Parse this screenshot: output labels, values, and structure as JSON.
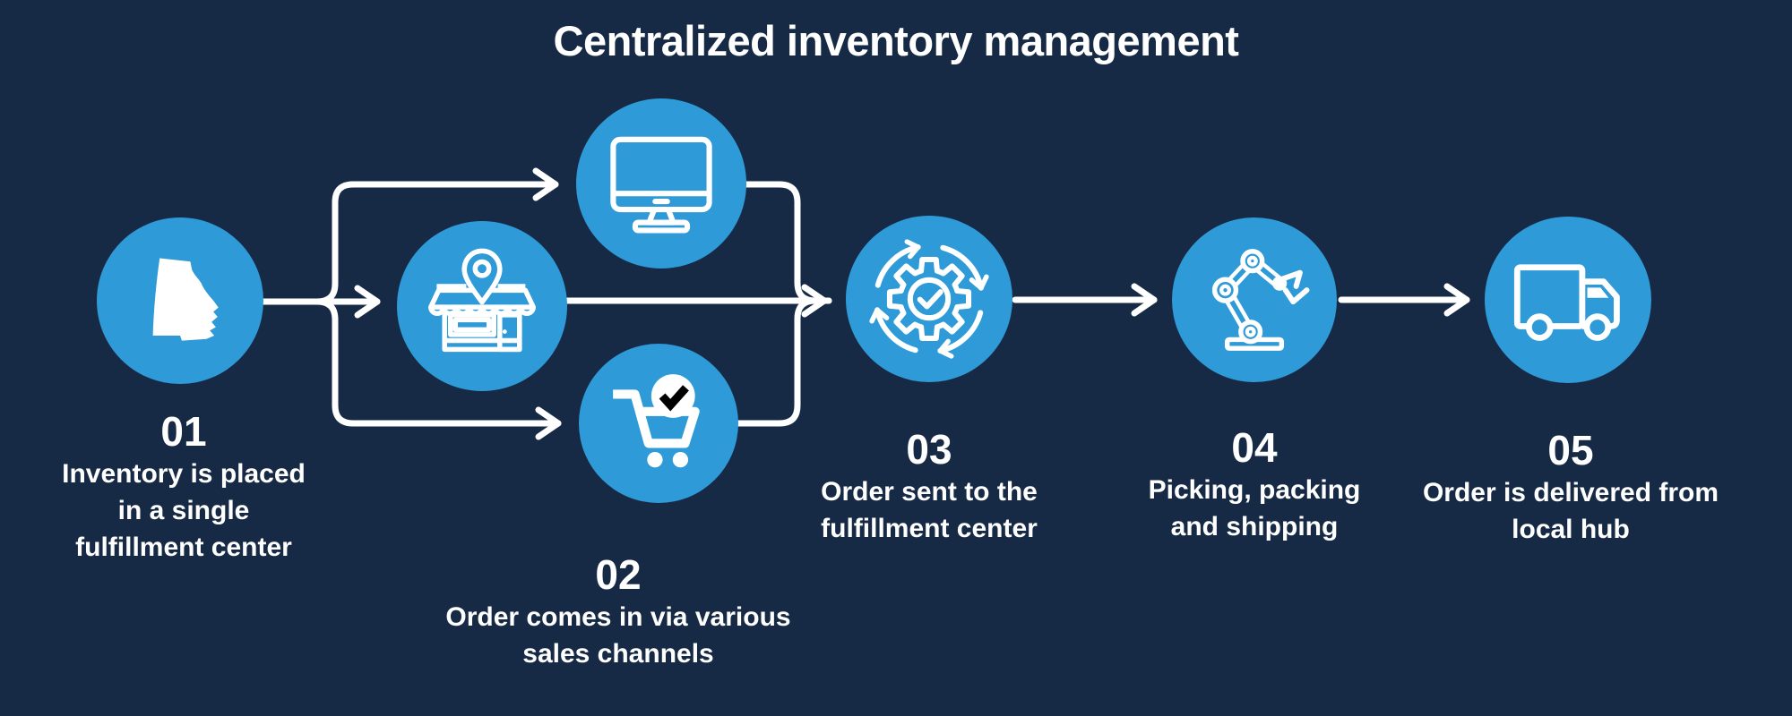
{
  "title": "Centralized inventory management",
  "colors": {
    "background": "#172A45",
    "bubble_blue": "#2E9AD8",
    "line_white": "#FFFFFF",
    "checkmark_black": "#000000"
  },
  "steps": [
    {
      "number": "01",
      "caption": "Inventory is placed\nin a single\nfulfillment center",
      "icon": "georgia-state-map"
    },
    {
      "number": "02",
      "caption": "Order comes in via various\nsales channels",
      "icons": [
        "desktop-monitor",
        "storefront-location-pin",
        "shopping-cart-check"
      ]
    },
    {
      "number": "03",
      "caption": "Order sent to the\nfulfillment center",
      "icon": "gear-sync-check"
    },
    {
      "number": "04",
      "caption": "Picking, packing\nand shipping",
      "icon": "robotic-arm"
    },
    {
      "number": "05",
      "caption": "Order is delivered from\nlocal hub",
      "icon": "delivery-truck"
    }
  ]
}
